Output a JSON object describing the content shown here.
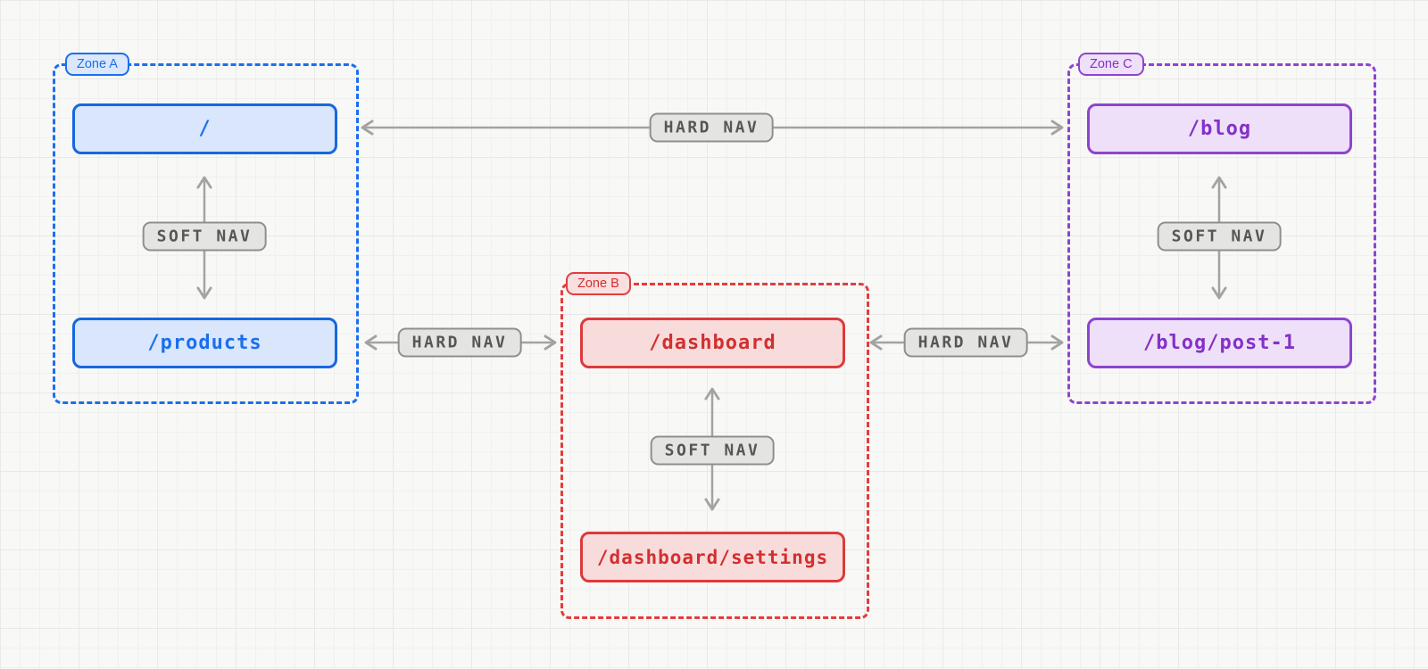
{
  "diagram": {
    "description": "Navigation zones diagram with soft and hard navigation between routes"
  },
  "palette": {
    "background": "#f8f8f6",
    "grid_line": "#eaeae8",
    "zone_a_blue": "#1a6ff0",
    "zone_a_fill": "#d9e6fb",
    "zone_b_red": "#e23d3d",
    "zone_b_fill": "#f8dcdc",
    "zone_c_purple": "#8e44d0",
    "zone_c_fill": "#eee0f8",
    "edge_gray": "#a3a3a3",
    "edge_label_fill": "#e4e4e2",
    "edge_label_border": "#8f8f8f",
    "edge_label_text": "#565656"
  },
  "zones": [
    {
      "label": "Zone A",
      "color": "blue",
      "nodes": [
        {
          "label": "/"
        },
        {
          "label": "/products"
        }
      ]
    },
    {
      "label": "Zone B",
      "color": "red",
      "nodes": [
        {
          "label": "/dashboard"
        },
        {
          "label": "/dashboard/settings"
        }
      ]
    },
    {
      "label": "Zone C",
      "color": "purple",
      "nodes": [
        {
          "label": "/blog"
        },
        {
          "label": "/blog/post-1"
        }
      ]
    }
  ],
  "edges": [
    {
      "label": "SOFT NAV",
      "from": "/",
      "to": "/products",
      "zone": "Zone A",
      "bidirectional": true
    },
    {
      "label": "HARD NAV",
      "from": "/",
      "to": "/blog",
      "bidirectional": true
    },
    {
      "label": "HARD NAV",
      "from": "/products",
      "to": "/dashboard",
      "bidirectional": true
    },
    {
      "label": "HARD NAV",
      "from": "/dashboard",
      "to": "/blog/post-1",
      "bidirectional": true
    },
    {
      "label": "SOFT NAV",
      "from": "/dashboard",
      "to": "/dashboard/settings",
      "zone": "Zone B",
      "bidirectional": true
    },
    {
      "label": "SOFT NAV",
      "from": "/blog",
      "to": "/blog/post-1",
      "zone": "Zone C",
      "bidirectional": true
    }
  ]
}
